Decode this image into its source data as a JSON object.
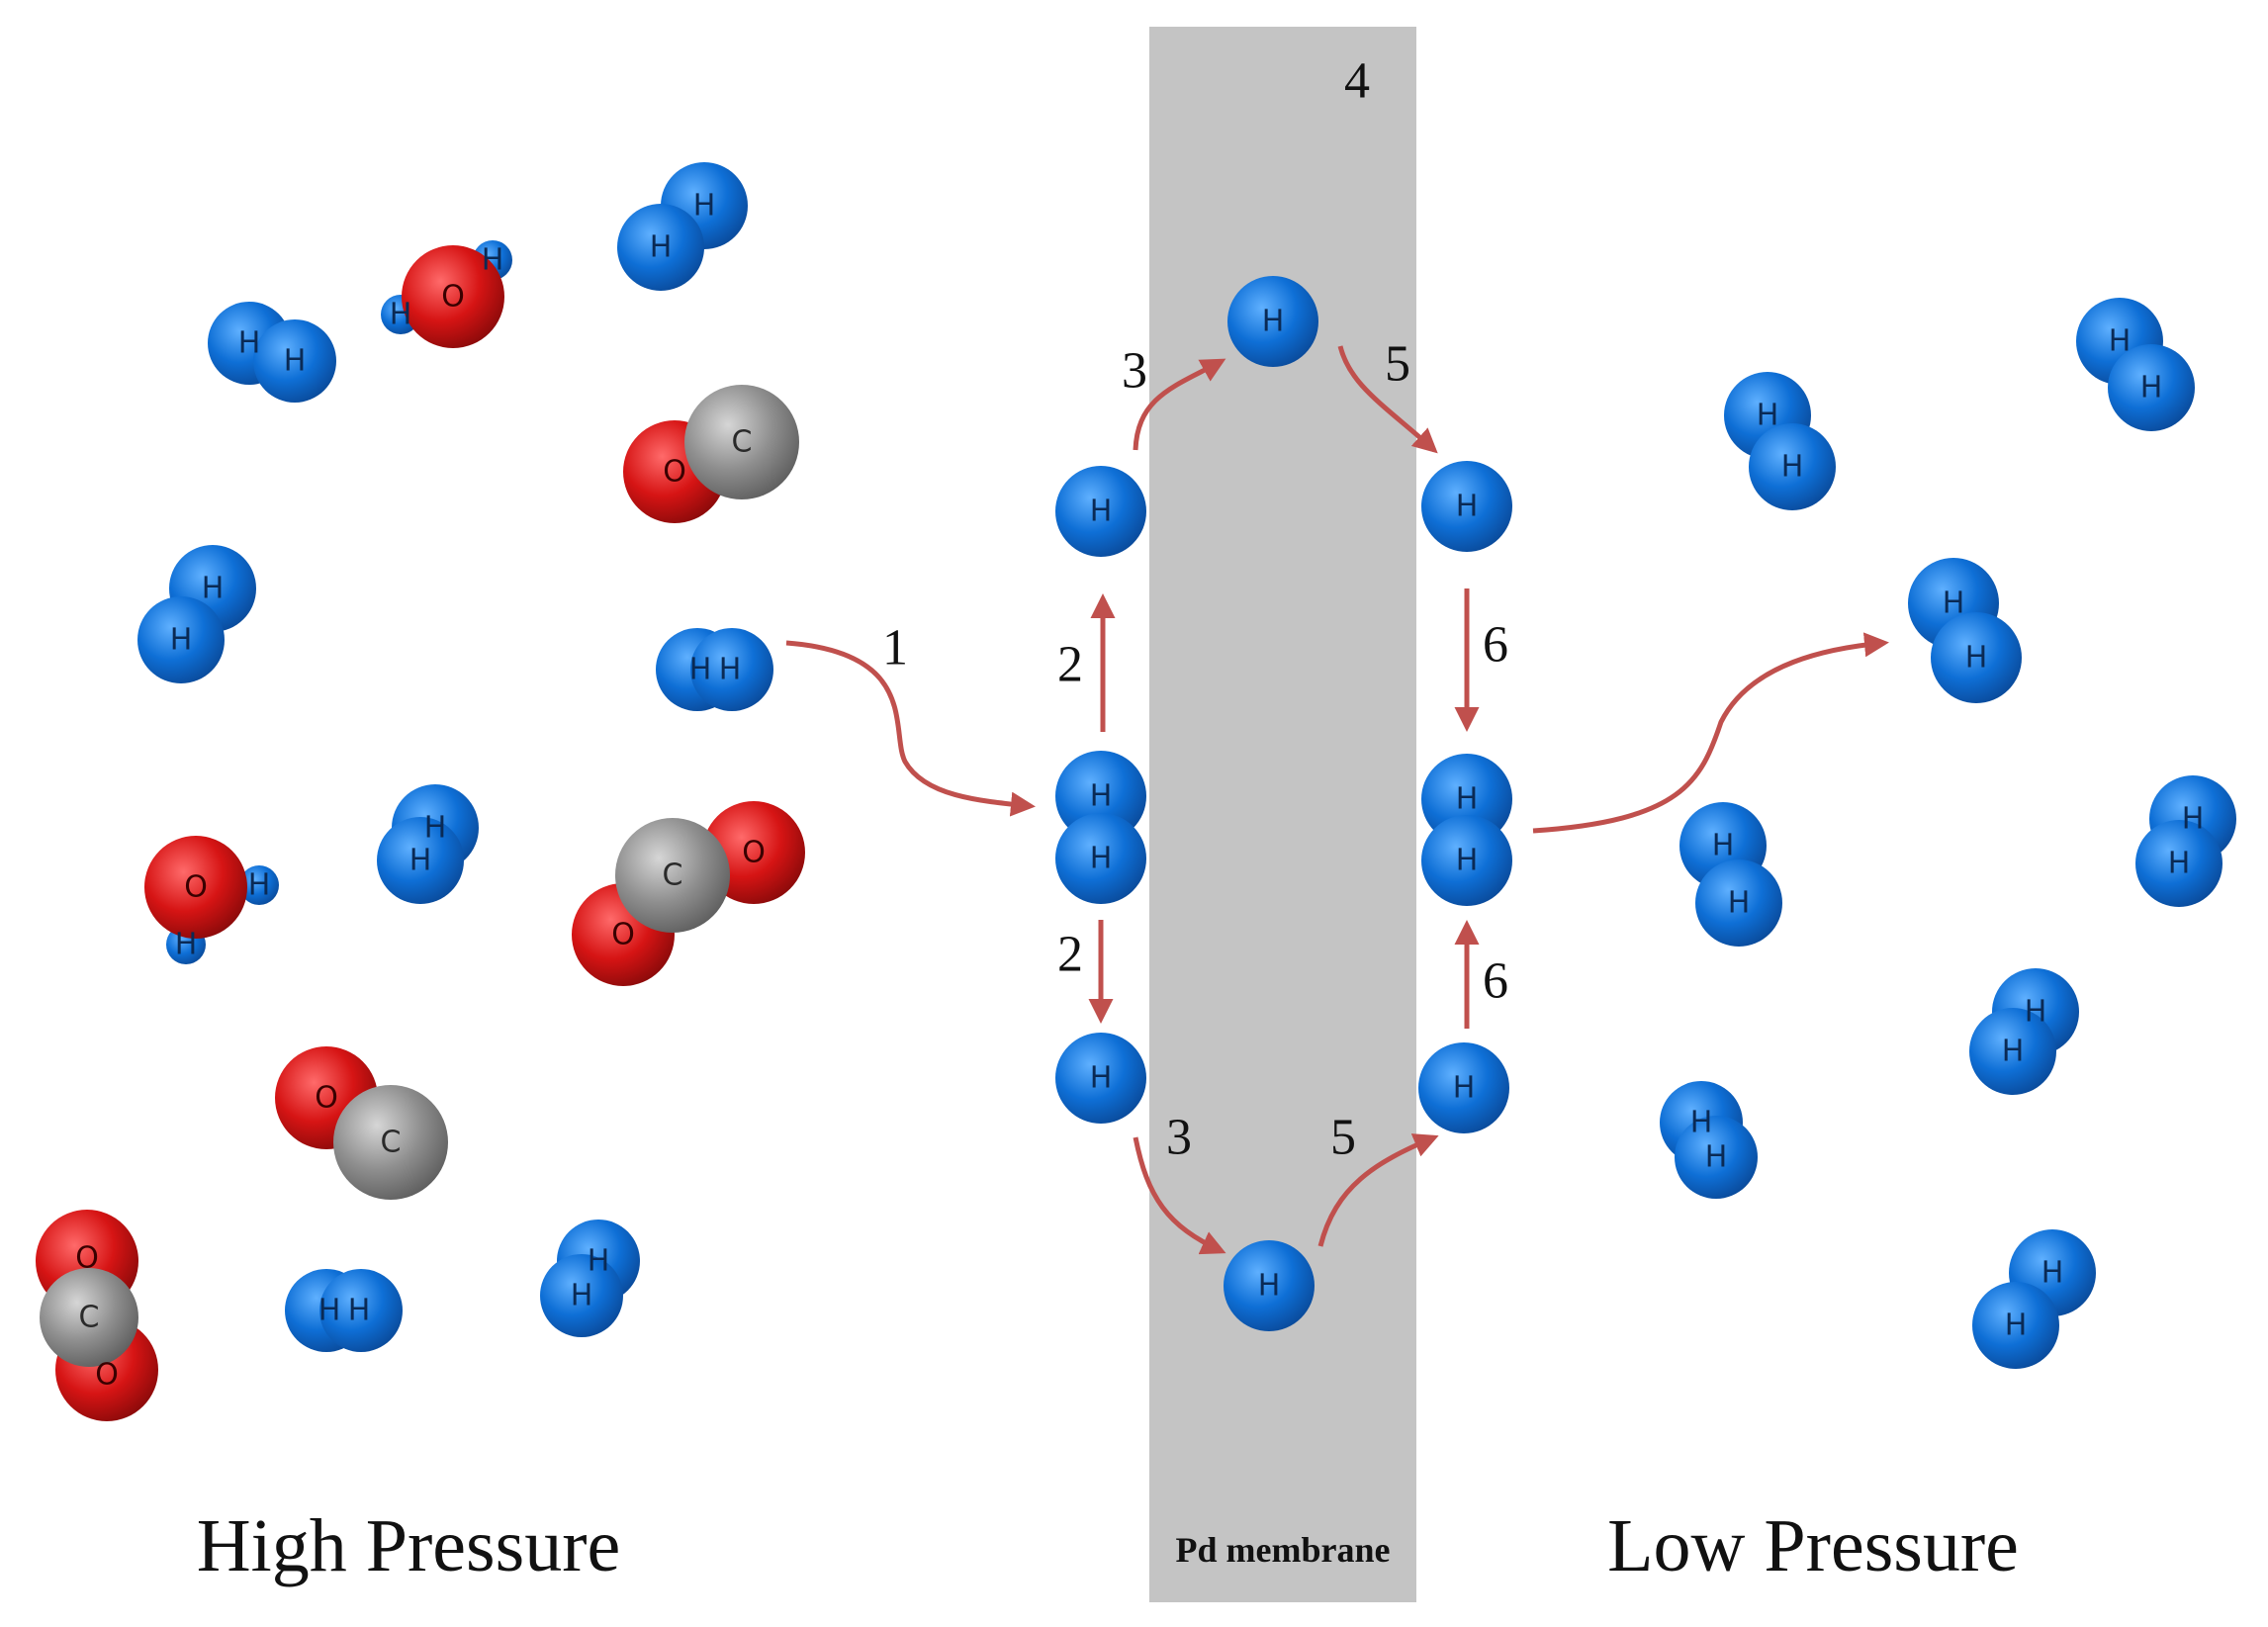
{
  "atom_symbols": {
    "hydrogen": "H",
    "oxygen": "O",
    "carbon": "C"
  },
  "colors": {
    "hydrogen": "#0e6fd6",
    "oxygen": "#d61414",
    "carbon": "#8f8f8f",
    "membrane": "#c4c4c4",
    "arrow": "#c0504d"
  },
  "labels": {
    "high_pressure": "High Pressure",
    "low_pressure": "Low Pressure",
    "membrane": "Pd membrane"
  },
  "steps": {
    "s1": "1",
    "s2a": "2",
    "s2b": "2",
    "s3a": "3",
    "s3b": "3",
    "s4": "4",
    "s5a": "5",
    "s5b": "5",
    "s6a": "6",
    "s6b": "6"
  }
}
